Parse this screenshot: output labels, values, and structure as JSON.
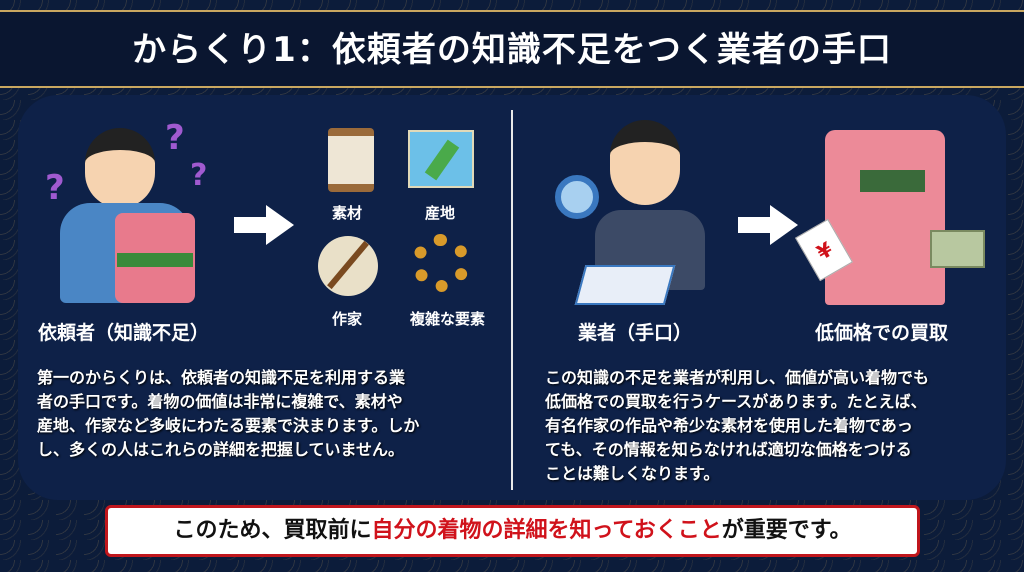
{
  "title": "からくり1：依頼者の知識不足をつく業者の手口",
  "left": {
    "person_label": "依頼者（知識不足）",
    "icons": [
      {
        "label": "素材",
        "icon": "thread-spool-icon"
      },
      {
        "label": "産地",
        "icon": "map-icon"
      },
      {
        "label": "作家",
        "icon": "brush-icon"
      },
      {
        "label": "複雑な要素",
        "icon": "gears-icon"
      }
    ],
    "paragraph": [
      "第一のからくりは、依頼者の知識不足を利用する業",
      "者の手口です。着物の価値は非常に複雑で、素材や",
      "産地、作家など多岐にわたる要素で決まります。しか",
      "し、多くの人はこれらの詳細を把握していません。"
    ]
  },
  "right": {
    "dealer_label": "業者（手口）",
    "result_label": "低価格での買取",
    "tag_text": "¥",
    "paragraph": [
      "この知識の不足を業者が利用し、価値が高い着物でも",
      "低価格での買取を行うケースがあります。たとえば、",
      "有名作家の作品や希少な素材を使用した着物であっ",
      "ても、その情報を知らなければ適切な価格をつける",
      "ことは難しくなります。"
    ]
  },
  "bottom": {
    "pre": "このため、買取前に",
    "highlight": "自分の着物の詳細を知っておくこと",
    "post": "が重要です。"
  },
  "colors": {
    "navy": "#0c1c3a",
    "gold": "#c9a760",
    "red": "#c0161c"
  }
}
